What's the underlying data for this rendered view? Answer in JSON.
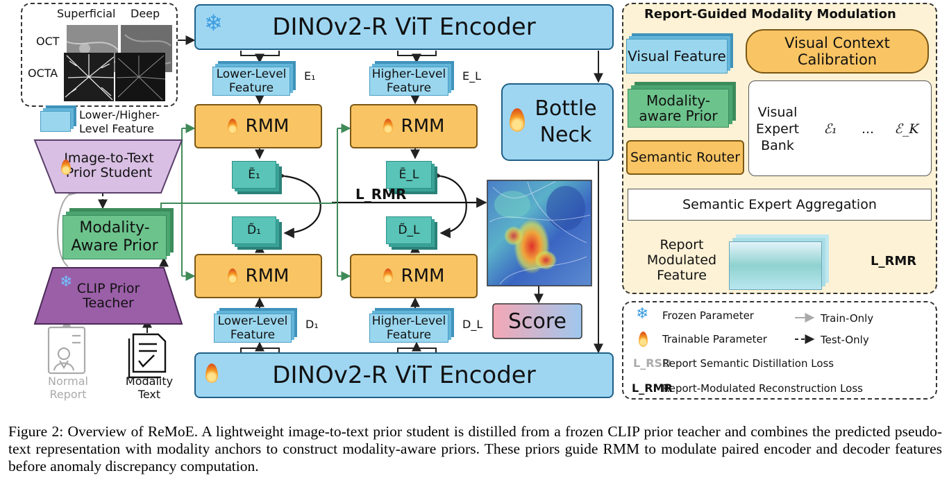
{
  "input": {
    "superficial": "Superficial",
    "deep": "Deep",
    "oct": "OCT",
    "octa": "OCTA"
  },
  "encoder_top": "DINOv2-R ViT Encoder",
  "encoder_bottom": "DINOv2-R ViT Encoder",
  "features": {
    "lower_top": "Lower-Level Feature",
    "higher_top": "Higher-Level Feature",
    "lower_bottom": "Lower-Level Feature",
    "higher_bottom": "Higher-Level Feature",
    "e1": "E₁",
    "el": "E_L",
    "d1": "D₁",
    "dl": "D_L"
  },
  "rmm_label": "RMM",
  "stack_labels": {
    "e1t": "Ẽ₁",
    "elt": "Ẽ_L",
    "d1t": "D̃₁",
    "dlt": "D̃_L"
  },
  "loss_rmr": "L_RMR",
  "loss_rsd": "L_RSD",
  "bottleneck": "Bottle Neck",
  "score": "Score",
  "left": {
    "feature_label": "Lower-/Higher-Level Feature",
    "student": "Image-to-Text Prior Student",
    "prior": "Modality-Aware Prior",
    "teacher": "CLIP Prior Teacher",
    "normal_report": "Normal Report",
    "modality_text": "Modality Text"
  },
  "panel": {
    "title": "Report-Guided Modality Modulation",
    "visual_feature": "Visual Feature",
    "calibration": "Visual Context Calibration",
    "modality_prior": "Modality-aware Prior",
    "router": "Semantic Router",
    "expert_bank": "Visual Expert Bank",
    "expert_1": "ℰ₁",
    "expert_dots": "…",
    "expert_k": "ℰ_K",
    "aggregation": "Semantic Expert Aggregation",
    "modulated": "Report Modulated Feature",
    "loss": "L_RMR"
  },
  "legend": {
    "frozen": "Frozen Parameter",
    "trainable": "Trainable Parameter",
    "train_only": "Train-Only",
    "test_only": "Test-Only",
    "rsd_symbol": "L_RSD",
    "rsd": "Report Semantic Distillation Loss",
    "rmr_symbol": "L_RMR",
    "rmr": "Report-Modulated Reconstruction Loss"
  },
  "caption": "Figure 2: Overview of ReMoE. A lightweight image-to-text prior student is distilled from a frozen CLIP prior teacher and combines the predicted pseudo-text representation with modality anchors to construct modality-aware priors. These priors guide RMM to modulate paired encoder and decoder features before anomaly discrepancy computation.",
  "icons": {
    "snowflake": "❄",
    "flame": "flame-icon"
  },
  "colors": {
    "encoder": "#9ed6f2",
    "rmm": "#f9c463",
    "green": "#6cc38c",
    "purple": "#9b5fa8",
    "panel_bg": "#fdf2d6"
  }
}
